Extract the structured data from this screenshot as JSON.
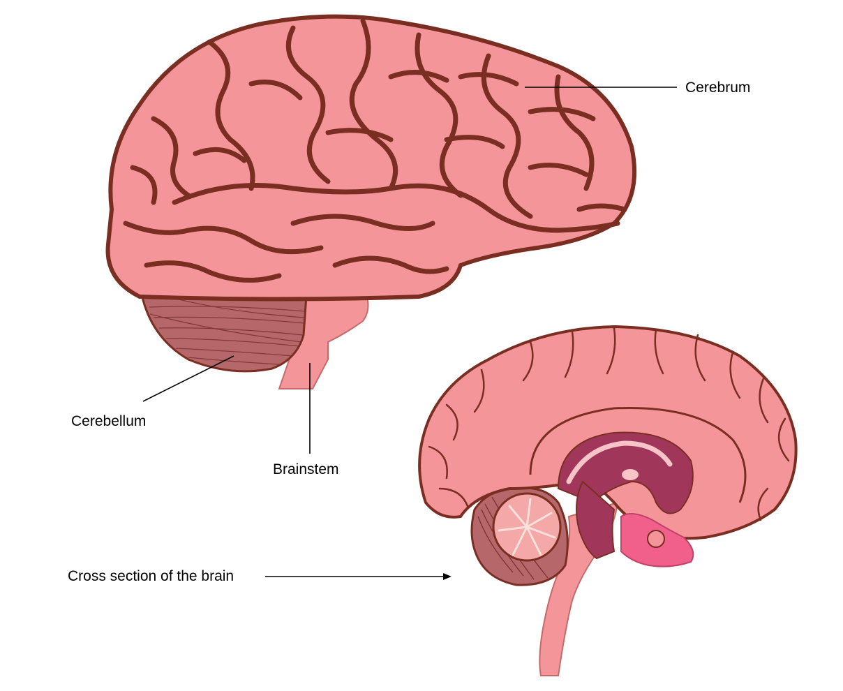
{
  "labels": {
    "cerebrum": "Cerebrum",
    "cerebellum": "Cerebellum",
    "brainstem": "Brainstem",
    "cross_section": "Cross section of the brain"
  },
  "colors": {
    "cortex_fill": "#f4959a",
    "sulci_outline": "#7a2e22",
    "cerebellum_fill": "#b5676a",
    "brainstem_fill": "#f4959a",
    "inner_structure": "#a0375a",
    "hypothalamus": "#f0608a",
    "leader_line": "#000000"
  }
}
